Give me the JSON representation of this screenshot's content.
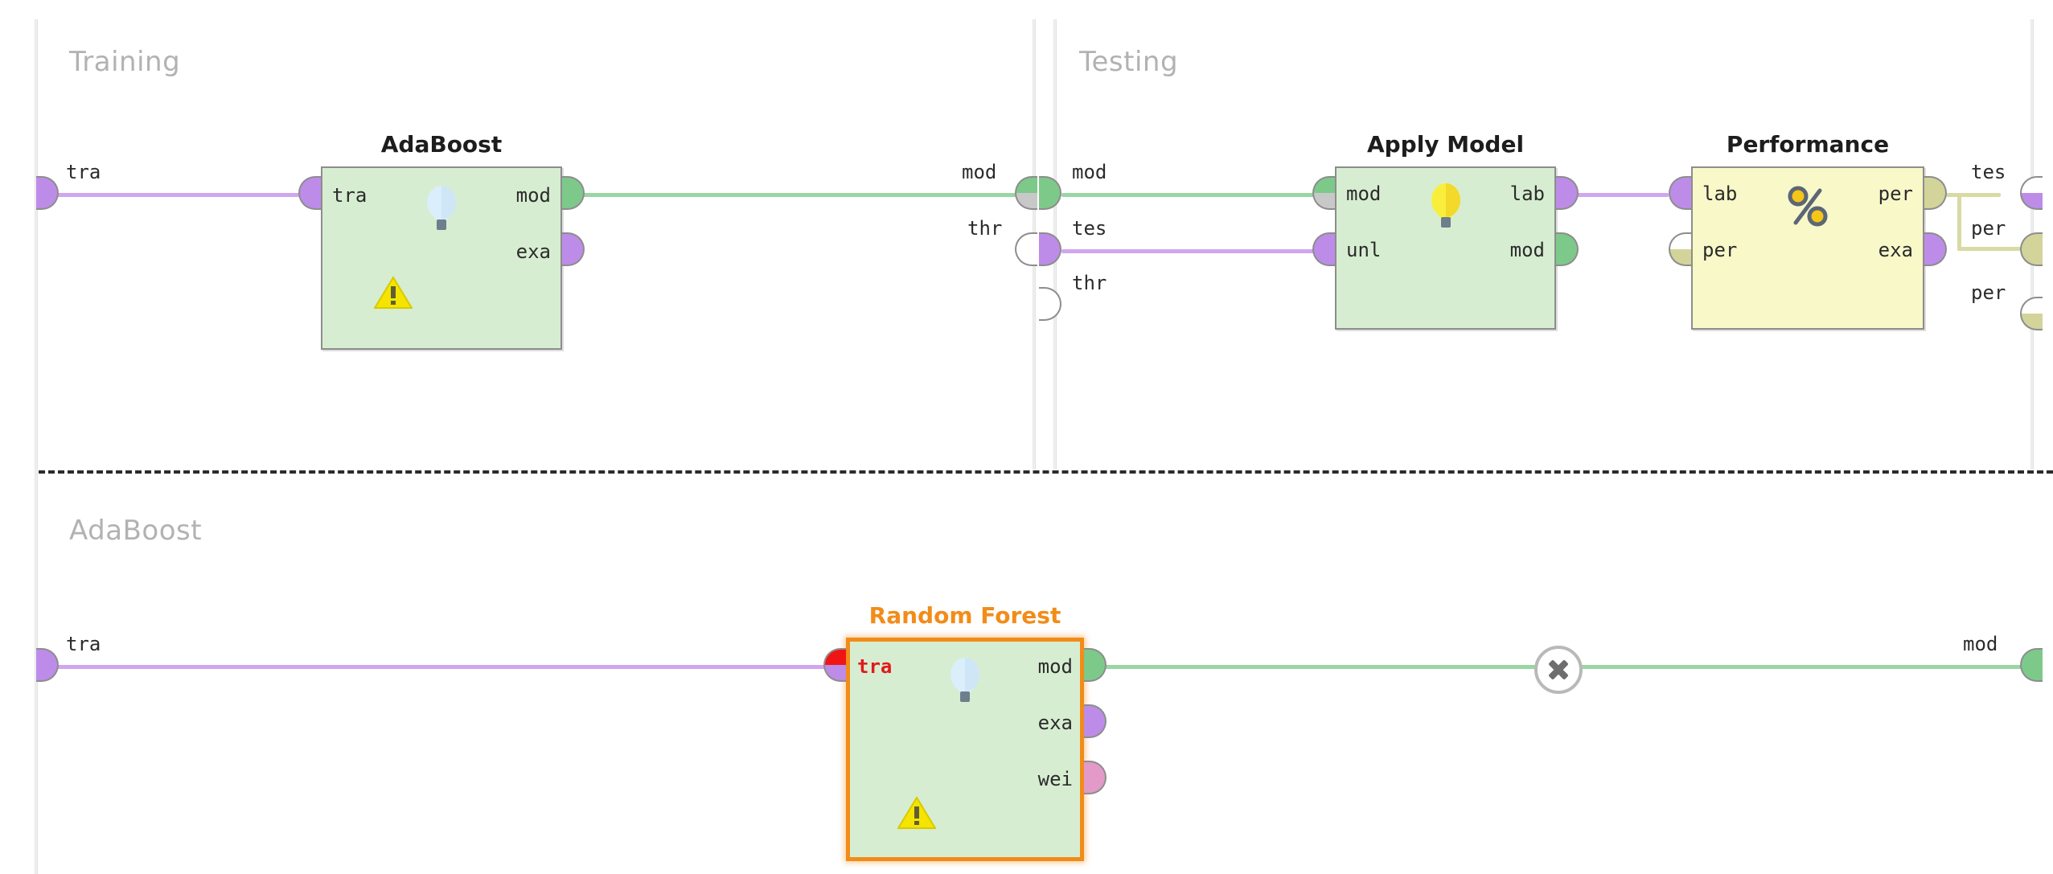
{
  "app": {
    "view": "process-designer-canvas",
    "canvas_background": "#ffffff"
  },
  "colors": {
    "operator_green": "#d7edd1",
    "operator_yellow": "#f8f8c9",
    "operator_border": "#8d8d8d",
    "selected_border": "#f28c19",
    "selected_title": "#f28c19",
    "group_title": "#b2b2b2",
    "wire_green": "#9ad6a3",
    "wire_purple": "#cfa6ef",
    "wire_olive": "#d8daa5",
    "port_green": "#7dc98a",
    "port_purple": "#bd8ce8",
    "port_pink": "#e39ac8",
    "port_olive": "#d3d499",
    "port_gray": "#c8c8c8",
    "error_red": "#e01b1b",
    "warning_yellow": "#f5e400"
  },
  "top_panel": {
    "groups": [
      {
        "name": "training-group",
        "label": "Training"
      },
      {
        "name": "testing-group",
        "label": "Testing"
      }
    ],
    "left_ports": [
      {
        "name": "training-tra-port",
        "label": "tra",
        "color": "purple"
      }
    ],
    "training_exit_ports": [
      {
        "name": "training-out-mod",
        "label": "mod",
        "color": "green-gray"
      },
      {
        "name": "training-out-thr",
        "label": "thr",
        "color": "white"
      }
    ],
    "testing_entry_ports": [
      {
        "name": "testing-in-mod",
        "label": "mod",
        "color": "green"
      },
      {
        "name": "testing-in-tes",
        "label": "tes",
        "color": "purple"
      },
      {
        "name": "testing-in-thr",
        "label": "thr",
        "color": "white"
      }
    ],
    "right_exit_ports": [
      {
        "name": "testing-out-tes",
        "label": "tes",
        "color": "white-purple"
      },
      {
        "name": "testing-out-per",
        "label": "per",
        "color": "olive"
      },
      {
        "name": "testing-out-per-2",
        "label": "per",
        "color": "white-olive"
      }
    ],
    "operators": [
      {
        "name": "adaboost-operator",
        "title": "AdaBoost",
        "style": "green",
        "selected": false,
        "stacked": true,
        "has_warning": true,
        "icon": "lightbulb-icon",
        "inputs": [
          {
            "label": "tra",
            "color": "purple"
          }
        ],
        "outputs": [
          {
            "label": "mod",
            "color": "green"
          },
          {
            "label": "exa",
            "color": "purple"
          }
        ]
      },
      {
        "name": "apply-model-operator",
        "title": "Apply Model",
        "style": "green",
        "selected": false,
        "stacked": false,
        "has_warning": false,
        "icon": "lightbulb-yellow-icon",
        "inputs": [
          {
            "label": "mod",
            "color": "green-gray"
          },
          {
            "label": "unl",
            "color": "purple"
          }
        ],
        "outputs": [
          {
            "label": "lab",
            "color": "purple"
          },
          {
            "label": "mod",
            "color": "green"
          }
        ]
      },
      {
        "name": "performance-operator",
        "title": "Performance",
        "style": "yellow",
        "selected": false,
        "stacked": false,
        "has_warning": false,
        "icon": "percent-icon",
        "inputs": [
          {
            "label": "lab",
            "color": "purple"
          },
          {
            "label": "per",
            "color": "white-olive"
          }
        ],
        "outputs": [
          {
            "label": "per",
            "color": "olive"
          },
          {
            "label": "exa",
            "color": "purple"
          }
        ]
      }
    ]
  },
  "bottom_panel": {
    "group": {
      "name": "adaboost-group",
      "label": "AdaBoost"
    },
    "left_ports": [
      {
        "name": "adaboost-tra-port",
        "label": "tra",
        "color": "purple"
      }
    ],
    "right_ports": [
      {
        "name": "adaboost-out-mod",
        "label": "mod",
        "color": "green"
      }
    ],
    "operators": [
      {
        "name": "random-forest-operator",
        "title": "Random Forest",
        "style": "green",
        "selected": true,
        "stacked": false,
        "has_warning": true,
        "icon": "lightbulb-icon",
        "inputs": [
          {
            "label": "tra",
            "color": "red-purple",
            "error": true
          }
        ],
        "outputs": [
          {
            "label": "mod",
            "color": "green"
          },
          {
            "label": "exa",
            "color": "purple"
          },
          {
            "label": "wei",
            "color": "pink"
          }
        ]
      }
    ],
    "wire_markers": [
      {
        "name": "delete-connection-icon",
        "glyph": "x-circle"
      }
    ]
  }
}
